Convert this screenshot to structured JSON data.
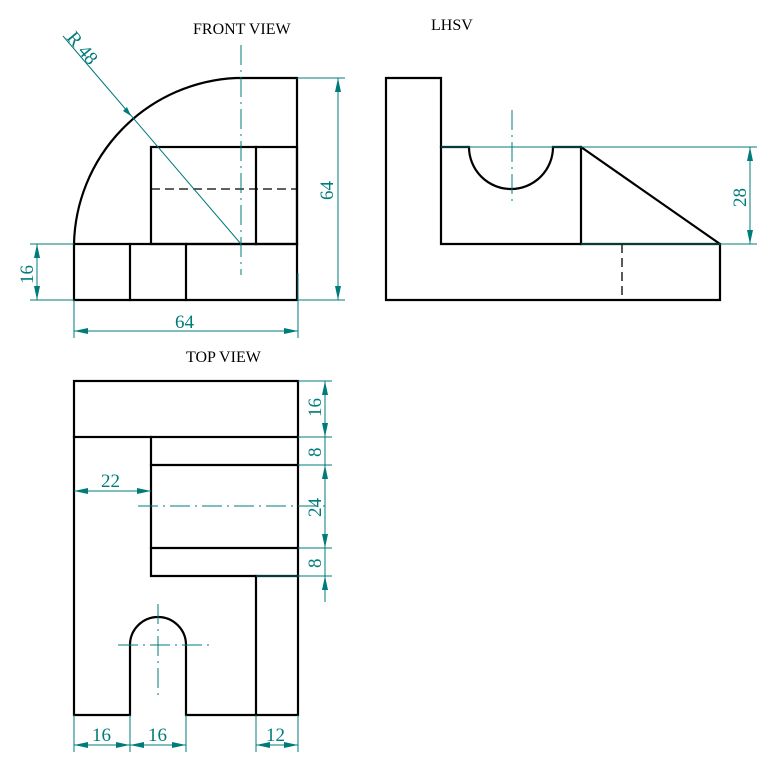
{
  "views": {
    "front": {
      "title": "FRONT VIEW"
    },
    "side": {
      "title": "LHSV"
    },
    "top": {
      "title": "TOP VIEW"
    }
  },
  "dimensions": {
    "front": {
      "radius": "R 48",
      "height_total": "64",
      "base_height": "16",
      "width_total": "64"
    },
    "side": {
      "rib_height": "28"
    },
    "top": {
      "back_thickness": "16",
      "slot_gap_upper": "8",
      "slot_width": "24",
      "slot_gap_lower": "8",
      "slot_offset": "22",
      "left_web": "16",
      "u_slot_width": "16",
      "right_web": "12"
    }
  },
  "colors": {
    "object_lines": "#000000",
    "dimension_lines": "#007b7b",
    "background": "#ffffff"
  }
}
